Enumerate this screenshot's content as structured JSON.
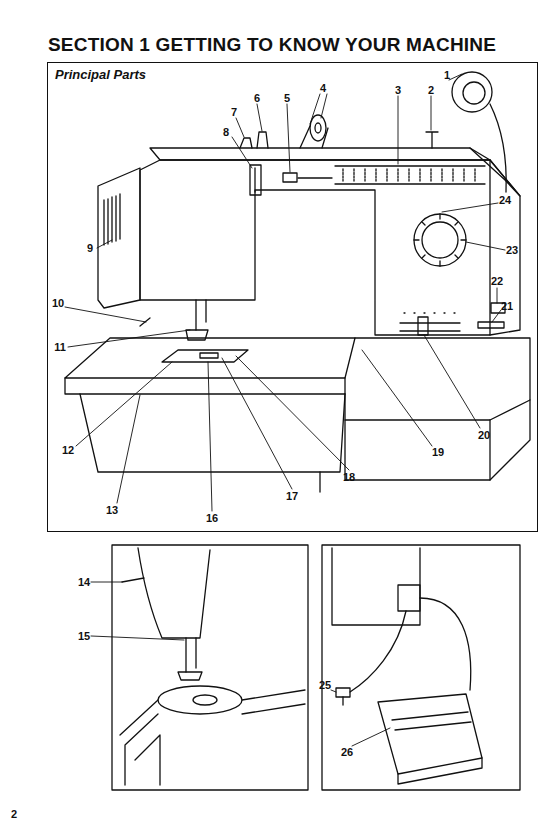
{
  "diagram": {
    "title": "SECTION 1 GETTING TO KNOW YOUR MACHINE",
    "nodes": [
      {
        "text": [
          "Principal Parts"
        ]
      }
    ],
    "labels": [
      "1",
      "2",
      "3",
      "4",
      "5",
      "6",
      "7",
      "8",
      "9",
      "10",
      "11",
      "12",
      "13",
      "14",
      "15",
      "16",
      "17",
      "18",
      "19",
      "20",
      "21",
      "22",
      "23",
      "24",
      "25",
      "26",
      "2"
    ]
  }
}
